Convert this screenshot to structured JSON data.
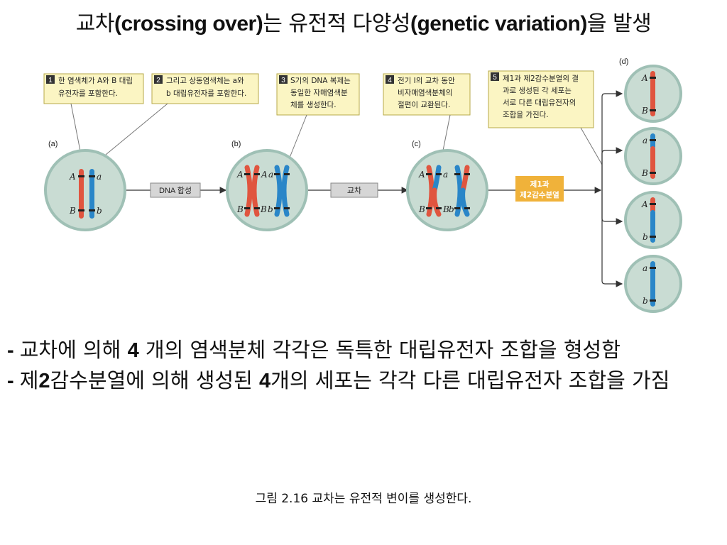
{
  "title": {
    "prefix": "교차",
    "term_en": "(crossing over)",
    "middle": "는 유전적 다양성",
    "term_en2": "(genetic variation)",
    "suffix": "을 발생"
  },
  "notes": [
    {
      "num": "1",
      "lines": [
        "한 염색체가 A와 B 대립",
        "유전자를 포함한다."
      ]
    },
    {
      "num": "2",
      "lines": [
        "그리고 상동염색체는 a와",
        "b 대립유전자를 포함한다."
      ]
    },
    {
      "num": "3",
      "lines": [
        "S기의 DNA 복제는",
        "동일한 자매염색분",
        "체를 생성한다."
      ]
    },
    {
      "num": "4",
      "lines": [
        "전기 I의 교차 동안",
        "비자매염색분체의",
        "절편이 교환된다."
      ]
    },
    {
      "num": "5",
      "lines": [
        "제1과 제2감수분열의 결",
        "과로 생성된 각 세포는",
        "서로 다른 대립유전자의",
        "조합을 가진다."
      ]
    }
  ],
  "panels": {
    "a": "(a)",
    "b": "(b)",
    "c": "(c)",
    "d": "(d)"
  },
  "steps": {
    "dna_synthesis": "DNA 합성",
    "crossing": "교차",
    "meiosis_line1": "제1과",
    "meiosis_line2": "제2감수분열"
  },
  "alleles": {
    "A": "A",
    "a": "a",
    "B": "B",
    "b": "b"
  },
  "result_cells": [
    {
      "top": "A",
      "bottom": "B",
      "color": "red"
    },
    {
      "top": "a",
      "bottom": "B",
      "color": "mixed-blue-top"
    },
    {
      "top": "A",
      "bottom": "b",
      "color": "mixed-red-top"
    },
    {
      "top": "a",
      "bottom": "b",
      "color": "blue"
    }
  ],
  "bullets": [
    {
      "dash": "- ",
      "pre": "교차에 의해 ",
      "num": "4",
      "post": " 개의 염색분체 각각은 독특한 대립유전자 조합을 형성함"
    },
    {
      "dash": "- ",
      "pre": "제",
      "num": "2",
      "post": "감수분열에 의해 생성된 ",
      "num2": "4",
      "post2": "개의 세포는 각각 다른 대립유전자 조합을 가짐"
    }
  ],
  "caption": "그림 2.16 교차는 유전적 변이를 생성한다.",
  "colors": {
    "red": "#e0553f",
    "blue": "#2a86c8",
    "cell_fill": "#c9dcd3",
    "cell_ring": "#9fc0b5",
    "note_fill": "#fbf5c3",
    "note_border": "#b7a94a",
    "step_box": "#d6d6d6",
    "meiosis_box": "#f0b23a"
  }
}
